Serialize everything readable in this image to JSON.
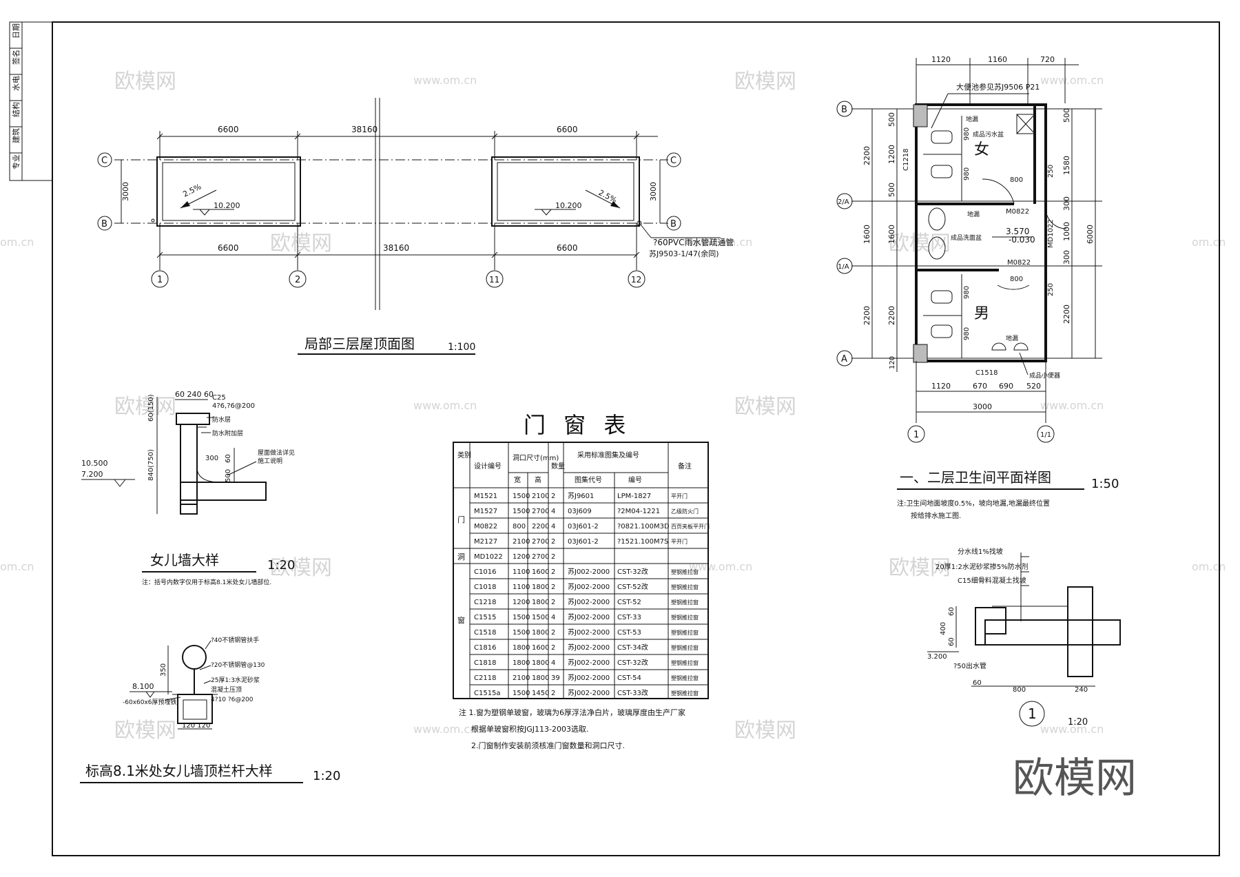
{
  "title_block": {
    "rows": [
      "专业",
      "建筑",
      "结构",
      "水电",
      "签名",
      "日期"
    ]
  },
  "roof_plan": {
    "title": "局部三层屋顶面图",
    "scale": "1:100",
    "dim_top_left": "6600",
    "dim_top_mid": "38160",
    "dim_top_right": "6600",
    "dim_bot_left": "6600",
    "dim_bot_mid": "38160",
    "dim_bot_right": "6600",
    "dim_left_v": "3000",
    "dim_right_v": "3000",
    "slope_left": "2.5%",
    "slope_right": "2.5%",
    "elev_left": "10.200",
    "elev_right": "10.200",
    "axis_c_left": "C",
    "axis_b_left": "B",
    "axis_c_right": "C",
    "axis_b_right": "B",
    "axis_1": "1",
    "axis_2": "2",
    "axis_11": "11",
    "axis_12": "12",
    "note_line1": "?60PVC雨水管疏通管",
    "note_line2": "苏J9503-1/47(余同)"
  },
  "parapet": {
    "title": "女儿墙大样",
    "scale": "1:20",
    "note": "注：括号内数字仅用于标高8.1米处女儿墙部位.",
    "dim_top": "60 240 60",
    "label_c25": "C25",
    "label_rebar": "4?6,?6@200",
    "label_l1": "防水层",
    "label_l2": "防水附加层",
    "label_l3": "屋面做法详见",
    "label_l4": "施工说明",
    "dim_v1": "60(150)",
    "dim_v2": "840(750)",
    "dim_300": "300",
    "dim_60": "60",
    "dim_500": "500",
    "elev_1": "10.500",
    "elev_2": "7.200"
  },
  "railing": {
    "title": "标高8.1米处女儿墙顶栏杆大样",
    "scale": "1:20",
    "label_1": "?40不锈钢管扶手",
    "label_2": "?20不锈钢管@130",
    "label_3": "25厚1:3水泥砂浆",
    "label_4": "混凝土压顶",
    "label_5": "4?10 ?6@200",
    "label_6": "-60x60x6厚预埋铁",
    "elev": "8.100",
    "dim_350": "350",
    "dim_bottom": "120 120"
  },
  "door_window_table": {
    "title": "门 窗 表",
    "headers": {
      "category": "类别",
      "code": "设计编号",
      "size": "洞口尺寸(mm)",
      "width": "宽",
      "height": "高",
      "qty": "数量",
      "atlas": "采用标准图集及编号",
      "atlas_code": "图集代号",
      "atlas_no": "编号",
      "remark": "备注"
    },
    "group_labels": [
      "门",
      "洞",
      "窗"
    ],
    "rows": [
      [
        "M1521",
        "1500",
        "2100",
        "2",
        "苏J9601",
        "LPM-1827",
        "平开门"
      ],
      [
        "M1527",
        "1500",
        "2700",
        "4",
        "03J609",
        "?2M04-1221",
        "乙级防火门"
      ],
      [
        "M0822",
        "800",
        "2200",
        "4",
        "03J601-2",
        "?0821.100M3D",
        "百页夹板平开门"
      ],
      [
        "M2127",
        "2100",
        "2700",
        "2",
        "03J601-2",
        "?1521.100M7S",
        "平开门"
      ],
      [
        "MD1022",
        "1200",
        "2700",
        "2",
        "",
        "",
        ""
      ],
      [
        "C1016",
        "1100",
        "1600",
        "2",
        "苏J002-2000",
        "CST-32改",
        "塑钢推拉窗"
      ],
      [
        "C1018",
        "1100",
        "1800",
        "2",
        "苏J002-2000",
        "CST-52改",
        "塑钢推拉窗"
      ],
      [
        "C1218",
        "1200",
        "1800",
        "2",
        "苏J002-2000",
        "CST-52",
        "塑钢推拉窗"
      ],
      [
        "C1515",
        "1500",
        "1500",
        "4",
        "苏J002-2000",
        "CST-33",
        "塑钢推拉窗"
      ],
      [
        "C1518",
        "1500",
        "1800",
        "2",
        "苏J002-2000",
        "CST-53",
        "塑钢推拉窗"
      ],
      [
        "C1816",
        "1800",
        "1600",
        "2",
        "苏J002-2000",
        "CST-34改",
        "塑钢推拉窗"
      ],
      [
        "C1818",
        "1800",
        "1800",
        "4",
        "苏J002-2000",
        "CST-32改",
        "塑钢推拉窗"
      ],
      [
        "C2118",
        "2100",
        "1800",
        "39",
        "苏J002-2000",
        "CST-54",
        "塑钢推拉窗"
      ],
      [
        "C1515a",
        "1500",
        "1450",
        "2",
        "苏J002-2000",
        "CST-33改",
        "塑钢推拉窗"
      ]
    ],
    "notes": [
      "注 1.窗为塑钢单玻窗，玻璃为6厚浮法净白片，玻璃厚度由生产厂家",
      "根据单玻窗积按JGJ113-2003选取.",
      "2.门窗制作安装前须核准门窗数量和洞口尺寸."
    ]
  },
  "toilet_plan": {
    "title": "一、二层卫生间平面祥图",
    "scale": "1:50",
    "note_line1": "注:卫生间地面坡度0.5%，坡向地漏,地漏最终位置",
    "note_line2": "按给排水施工图.",
    "dim_top": [
      "1120",
      "1160",
      "720"
    ],
    "dim_bottom": [
      "1120",
      "670",
      "690",
      "520"
    ],
    "dim_bottom_total": "3000",
    "dim_left_outer": [
      "2200",
      "1600",
      "2200"
    ],
    "dim_left_inner": [
      "500",
      "1200",
      "500",
      "1600",
      "2200",
      "120"
    ],
    "dim_right_outer": "6000",
    "dim_right_inner": [
      "500",
      "1580",
      "300",
      "1000",
      "300",
      "2200"
    ],
    "label_female": "女",
    "label_male": "男",
    "label_c1218": "C1218",
    "label_c1518": "C1518",
    "label_m0822_a": "M0822",
    "label_m0822_b": "M0822",
    "label_md1022": "MD1022",
    "label_800_a": "800",
    "label_800_b": "800",
    "label_250_a": "250",
    "label_250_b": "250",
    "label_980_a": "980",
    "label_980_b": "980",
    "label_980_c": "980",
    "label_980_d": "980",
    "label_drain": "地漏",
    "label_drain2": "地漏",
    "label_drain3": "地漏",
    "label_basin": "成品洗面盆",
    "label_mop": "成品污水盆",
    "label_urinal": "成品小便器",
    "label_squat": "大便池参见苏J9506 P21",
    "elev_a": "3.570",
    "elev_b": "-0.030",
    "axis_b": "B",
    "axis_2a": "2/A",
    "axis_1a": "1/A",
    "axis_a": "A",
    "axis_1": "1",
    "axis_11": "1/1"
  },
  "detail1": {
    "no": "1",
    "scale": "1:20",
    "label_1": "分水线1%找坡",
    "label_2": "20厚1:2水泥砂浆掺5%防水剂",
    "label_3": "C15细骨料混凝土找坡",
    "dim_60a": "60",
    "dim_60b": "60",
    "dim_400": "400",
    "elev": "3.200",
    "label_pipe": "?50出水管",
    "dim_b1": "60",
    "dim_b2": "800",
    "dim_b3": "240"
  },
  "watermark": {
    "brand": "欧模网",
    "site": "www.om.cn",
    "edge": "om.cn"
  },
  "logo": "欧模网"
}
